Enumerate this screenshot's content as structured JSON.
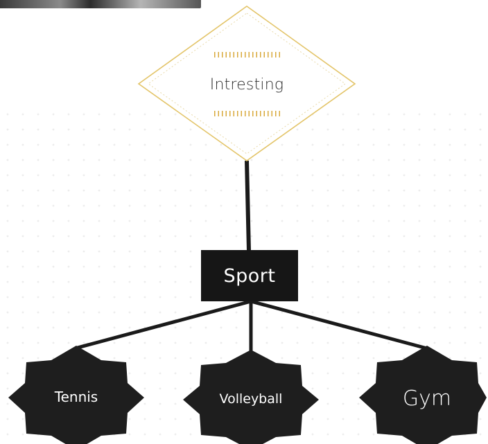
{
  "diagram": {
    "root": {
      "label": "Intresting"
    },
    "hub": {
      "label": "Sport"
    },
    "leaves": [
      {
        "label": "Tennis"
      },
      {
        "label": "Volleyball"
      },
      {
        "label": "Gym"
      }
    ]
  },
  "colors": {
    "diamond_outline": "#e3c468",
    "dash_accent": "#d8a83a",
    "node_fill": "#1e1e1e",
    "hub_fill": "#161616",
    "connector": "#1a1a1a",
    "background_dots": "#ececec"
  }
}
